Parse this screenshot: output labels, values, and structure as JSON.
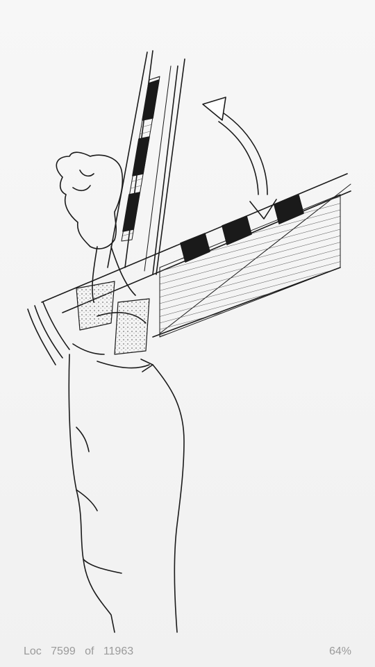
{
  "reader": {
    "location": {
      "prefix": "Loc",
      "current": "7599",
      "separator": "of",
      "total": "11963"
    },
    "progress_label": "64%",
    "progress_fraction": 0.64
  },
  "figure": {
    "kind": "line-drawing",
    "subject": "shoulder-arm-rotation-illustration"
  },
  "colors": {
    "background": "#f4f4f4",
    "footer_text": "#9a9a9a",
    "ink": "#1a1a1a"
  }
}
